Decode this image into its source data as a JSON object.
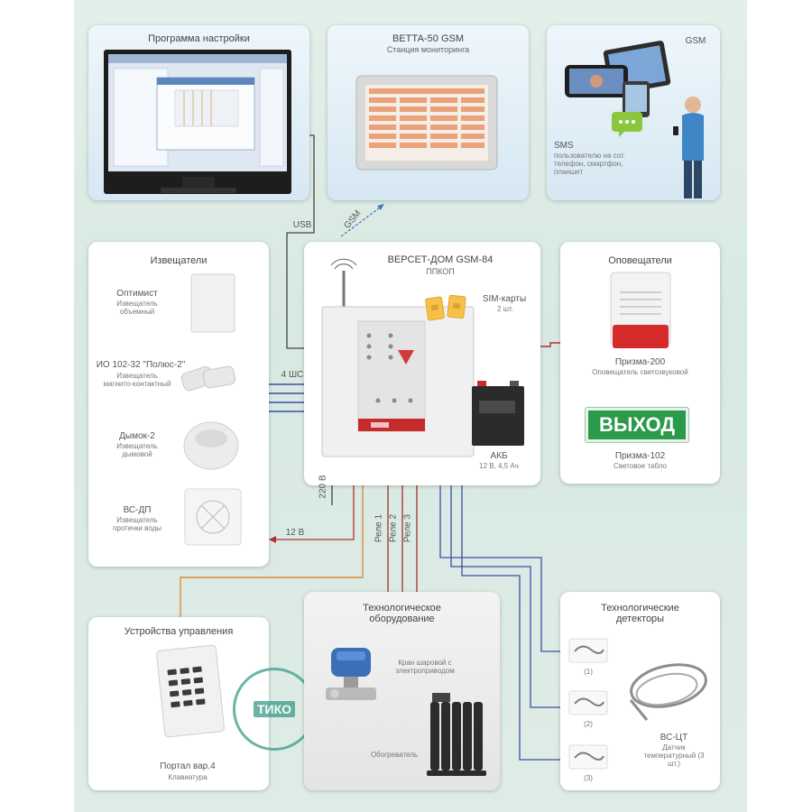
{
  "cards": {
    "software": {
      "title": "Программа настройки"
    },
    "monitoring": {
      "title": "ВЕТТА-50 GSM",
      "subtitle": "Станция мониторинга"
    },
    "gsm": {
      "title": "GSM",
      "sms_label": "SMS",
      "sms_desc": "пользователю на сот. телефон, смартфон, планшет"
    },
    "detectors": {
      "title": "Извещатели",
      "items": [
        {
          "name": "Оптимист",
          "desc": "Извещатель объемный"
        },
        {
          "name": "ИО 102-32 \"Полюс-2\"",
          "desc": "Извещатель магнито-контактный"
        },
        {
          "name": "Дымок-2",
          "desc": "Извещатель дымовой"
        },
        {
          "name": "ВС-ДП",
          "desc": "Извещатель протечки воды"
        }
      ]
    },
    "panel": {
      "title": "ВЕРСЕТ-ДОМ GSM-84",
      "subtitle": "ППКОП",
      "sim_label": "SIM-карты",
      "sim_count": "2 шт.",
      "battery_label": "АКБ",
      "battery_spec": "12 В, 4,5 Ач"
    },
    "sirens": {
      "title": "Оповещатели",
      "siren_name": "Призма-200",
      "siren_desc": "Оповещатель светозвуковой",
      "exit_text": "ВЫХОД",
      "exit_name": "Призма-102",
      "exit_desc": "Световое табло"
    },
    "controls": {
      "title": "Устройства управления",
      "keypad_name": "Портал вар.4",
      "keypad_desc": "Клавиатура"
    },
    "equipment": {
      "title": "Технологическое оборудование",
      "valve_desc": "Кран шаровой с электроприводом",
      "heater_desc": "Обогреватель"
    },
    "techdet": {
      "title": "Технологические детекторы",
      "labels": [
        "(1)",
        "(2)",
        "(3)"
      ],
      "sensor_name": "ВС-ЦТ",
      "sensor_desc": "Датчик температурный (3 шт.)"
    }
  },
  "wires": {
    "usb": "USB",
    "gsm": "GSM",
    "shs": "4 ШС",
    "v220": "220 В",
    "v12": "12 В",
    "relays": [
      "Реле 1",
      "Реле 2",
      "Реле 3"
    ]
  },
  "stamp": {
    "center": "ТИКО"
  },
  "colors": {
    "usb": "#444444",
    "signal": "#3b4fa3",
    "power": "#e08a3a",
    "relay": "#a23030",
    "alarm": "#b03030",
    "exit": "#2b9a4a"
  }
}
